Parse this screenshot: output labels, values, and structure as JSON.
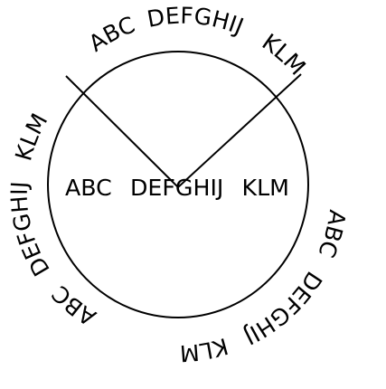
{
  "figure": {
    "stroke_color": "#000000",
    "text_color": "#000000",
    "background": "#ffffff",
    "center_label": {
      "abc": "ABC",
      "defghij": "DEFGHIJ",
      "klm": "KLM"
    },
    "top_arc_label": {
      "abc": "ABC",
      "defghij": "DEFGHIJ",
      "klm": "KLM"
    },
    "left_arc_label": {
      "abc": "ABC",
      "defghij": "DEFGHIJ",
      "klm": "KLM"
    },
    "bottom_arc_label": {
      "abc": "ABC",
      "defghij": "DEFGHIJ",
      "klm": "KLM"
    }
  }
}
